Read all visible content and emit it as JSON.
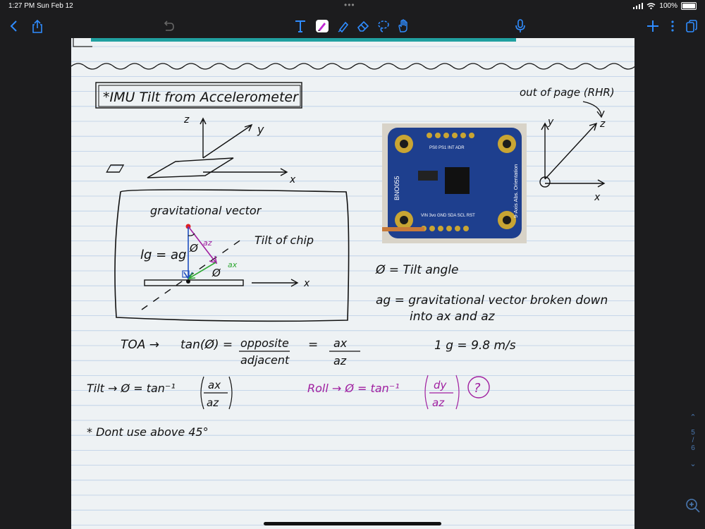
{
  "status": {
    "time": "1:27 PM",
    "date": "Sun Feb 12",
    "battery": "100%"
  },
  "page_indicator": {
    "current": "5",
    "total": "6"
  },
  "note": {
    "title": "*IMU Tilt from Accelerometer",
    "left_axes": {
      "z": "z",
      "y": "y",
      "x": "x"
    },
    "right_axes": {
      "label": "out of page (RHR)",
      "y": "y",
      "z": "z",
      "x": "x"
    },
    "grav_box": {
      "title": "gravitational vector",
      "lg": "lg = ag",
      "tilt_label": "Tilt of chip",
      "phi": "Ø",
      "az": "az",
      "ax": "ax",
      "x": "x"
    },
    "chip": {
      "text1": "BNO055",
      "text2": "9-Axis Abs. Orientation",
      "pins_top": "PS0 PS1 INT ADR",
      "pins_bottom": "VIN 3vo GND SDA SCL RST"
    },
    "phi_def": "Ø = Tilt angle",
    "ag_def_1": "ag = gravitational vector broken down",
    "ag_def_2": "into ax and az",
    "toa_label": "TOA →",
    "tan_expr": "tan(Ø) =",
    "opposite": "opposite",
    "adjacent": "adjacent",
    "eq": "=",
    "ax": "ax",
    "az": "az",
    "one_g": "1 g = 9.8 m/s",
    "tilt_expr": "Tilt → Ø = tan⁻¹",
    "tilt_num": "ax",
    "tilt_den": "az",
    "roll_expr": "Roll → Ø = tan⁻¹",
    "roll_num": "dy",
    "roll_den": "az",
    "roll_q": "?",
    "note_45": "* Dont use above 45°"
  },
  "colors": {
    "ink": "#111111",
    "purple": "#a020a0",
    "blue": "#1f4fbf",
    "green": "#2fa832",
    "red": "#e02020",
    "line": "#b9cde6",
    "teal": "#20a0a0"
  }
}
